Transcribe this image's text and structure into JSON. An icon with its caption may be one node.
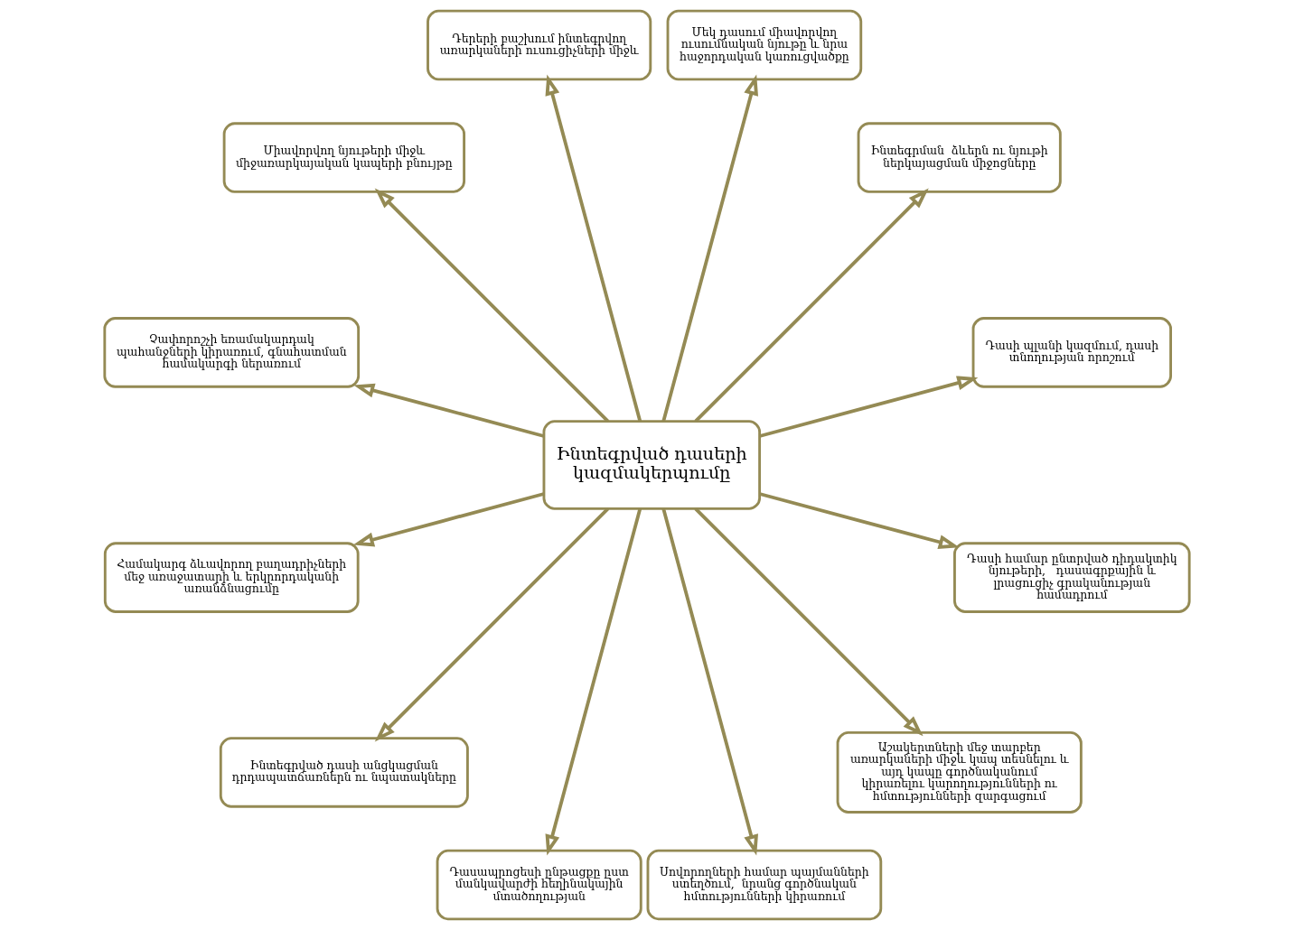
{
  "diagram": {
    "nodes": [
      {
        "text": [
          "Դասի պլանի կազմում, դասի տնողության որոշում"
        ]
      },
      {
        "text": [
          "Ինտեգրման  ձևերն ու նյութի ներկայացման միջոցները"
        ]
      },
      {
        "text": [
          "Մեկ դասում միավորվող ուսումնական նյութը և նրա հաջորդական կառուցվածքը"
        ]
      },
      {
        "text": [
          "Դերերի բաշխում ինտեգրվող առարկաների ուսուցիչների միջև"
        ]
      },
      {
        "text": [
          "Միավորվող նյութերի միջև միջառարկայական կապերի բնույթը"
        ]
      },
      {
        "text": [
          "Չափորոշչի եռամակարդակ պահանջների կիրառում, գնահատման համակարգի ներառում"
        ]
      },
      {
        "text": [
          "Ինտեգրված դասերի կազմակերպումը"
        ]
      },
      {
        "text": [
          "Համակարգ ձևավորող բաղադրիչների մեջ առաջատարի և երկրորդականի առանձնացումը"
        ]
      },
      {
        "text": [
          "Ինտեգրված դասի անցկացման դրդապատճառներն ու նպատակները"
        ]
      },
      {
        "text": [
          "Դասապրոցեսի ընթացքը ըստ մանկավարժի հեղինակային մտածողության"
        ]
      },
      {
        "text": [
          "Սովորողների համար պայմանների ստեղծում,  նրանց գործնական հմտությունների կիրառում"
        ]
      },
      {
        "text": [
          "Աշակերտների մեջ տարբեր առարկաների միջև կապ տեսնելու և այդ կապը գործնականում կիրառելու կարողությունների ու հմտությունների զարգացում"
        ]
      },
      {
        "text": [
          "Դասի համար ընտրված դիդակտիկ նյութերի,   դասագրքային և լրացուցիչ գրականության համադրում"
        ]
      }
    ],
    "edges": [
      {
        "from": 6,
        "to": 0,
        "arrow": "to"
      },
      {
        "from": 6,
        "to": 1,
        "arrow": "to"
      },
      {
        "from": 6,
        "to": 2,
        "arrow": "to"
      },
      {
        "from": 6,
        "to": 3,
        "arrow": "to"
      },
      {
        "from": 6,
        "to": 4,
        "arrow": "to"
      },
      {
        "from": 6,
        "to": 5,
        "arrow": "to"
      },
      {
        "from": 6,
        "to": 7,
        "arrow": "to"
      },
      {
        "from": 6,
        "to": 8,
        "arrow": "to"
      },
      {
        "from": 6,
        "to": 9,
        "arrow": "to"
      },
      {
        "from": 6,
        "to": 10,
        "arrow": "to"
      },
      {
        "from": 6,
        "to": 11,
        "arrow": "to"
      },
      {
        "from": 6,
        "to": 12,
        "arrow": "to"
      }
    ]
  }
}
